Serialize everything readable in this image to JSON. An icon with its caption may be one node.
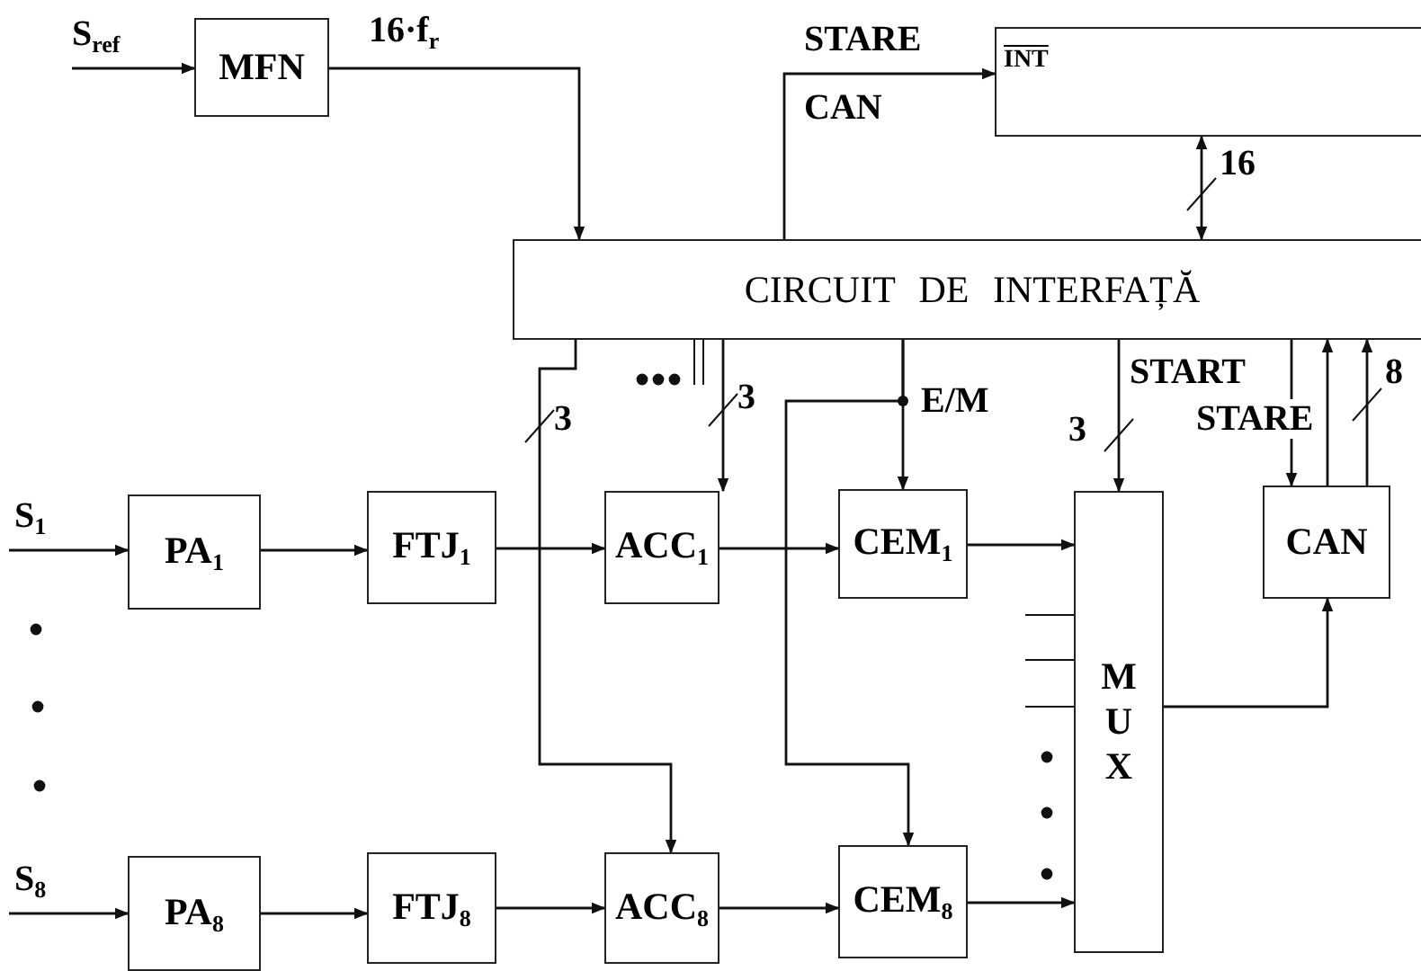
{
  "diagram": {
    "nodes": [
      {
        "text": [
          "MFN"
        ]
      },
      {
        "text": [
          "INT"
        ]
      },
      {
        "text": [
          "CIRCUIT DE INTERFAȚĂ"
        ]
      },
      {
        "text": [
          "PA$_{1}$"
        ]
      },
      {
        "text": [
          "FTJ$_{1}$"
        ]
      },
      {
        "text": [
          "ACC$_{1}$"
        ]
      },
      {
        "text": [
          "CEM$_{1}$"
        ]
      },
      {
        "text": [
          "MUX"
        ]
      },
      {
        "text": [
          "CAN"
        ]
      },
      {
        "text": [
          "PA$_{8}$"
        ]
      },
      {
        "text": [
          "FTJ$_{8}$"
        ]
      },
      {
        "text": [
          "ACC$_{8}$"
        ]
      },
      {
        "text": [
          "CEM$_{8}$"
        ]
      }
    ],
    "edges": [
      {
        "from": null,
        "to": 0,
        "arrow": "to",
        "label": "S$_{ref}$"
      },
      {
        "from": 0,
        "to": 2,
        "arrow": "to",
        "label": "16·f$_{r}$"
      },
      {
        "from": 2,
        "to": 1,
        "arrow": "to",
        "label": "STARE CAN"
      },
      {
        "from": 1,
        "to": 2,
        "arrow": "both",
        "label": "16"
      },
      {
        "from": 2,
        "to": 5,
        "arrow": "to",
        "label": "3"
      },
      {
        "from": 2,
        "to": 11,
        "arrow": "to",
        "label": "3"
      },
      {
        "from": 2,
        "to": 6,
        "arrow": "to",
        "label": "E/M"
      },
      {
        "from": 2,
        "to": 12,
        "arrow": "to"
      },
      {
        "from": 2,
        "to": 7,
        "arrow": "to",
        "label": "3"
      },
      {
        "from": 2,
        "to": 8,
        "arrow": "to",
        "label": "START"
      },
      {
        "from": 8,
        "to": 2,
        "arrow": "to",
        "label": "STARE"
      },
      {
        "from": 8,
        "to": 2,
        "arrow": "to",
        "label": "8"
      },
      {
        "from": null,
        "to": 3,
        "arrow": "to",
        "label": "S$_{1}$"
      },
      {
        "from": 3,
        "to": 4,
        "arrow": "to"
      },
      {
        "from": 4,
        "to": 5,
        "arrow": "to"
      },
      {
        "from": 5,
        "to": 6,
        "arrow": "to"
      },
      {
        "from": 6,
        "to": 7,
        "arrow": "to"
      },
      {
        "from": null,
        "to": 9,
        "arrow": "to",
        "label": "S$_{8}$"
      },
      {
        "from": 9,
        "to": 10,
        "arrow": "to"
      },
      {
        "from": 10,
        "to": 11,
        "arrow": "to"
      },
      {
        "from": 11,
        "to": 12,
        "arrow": "to"
      },
      {
        "from": 12,
        "to": 7,
        "arrow": "to"
      },
      {
        "from": 7,
        "to": 8,
        "arrow": "to"
      }
    ]
  }
}
